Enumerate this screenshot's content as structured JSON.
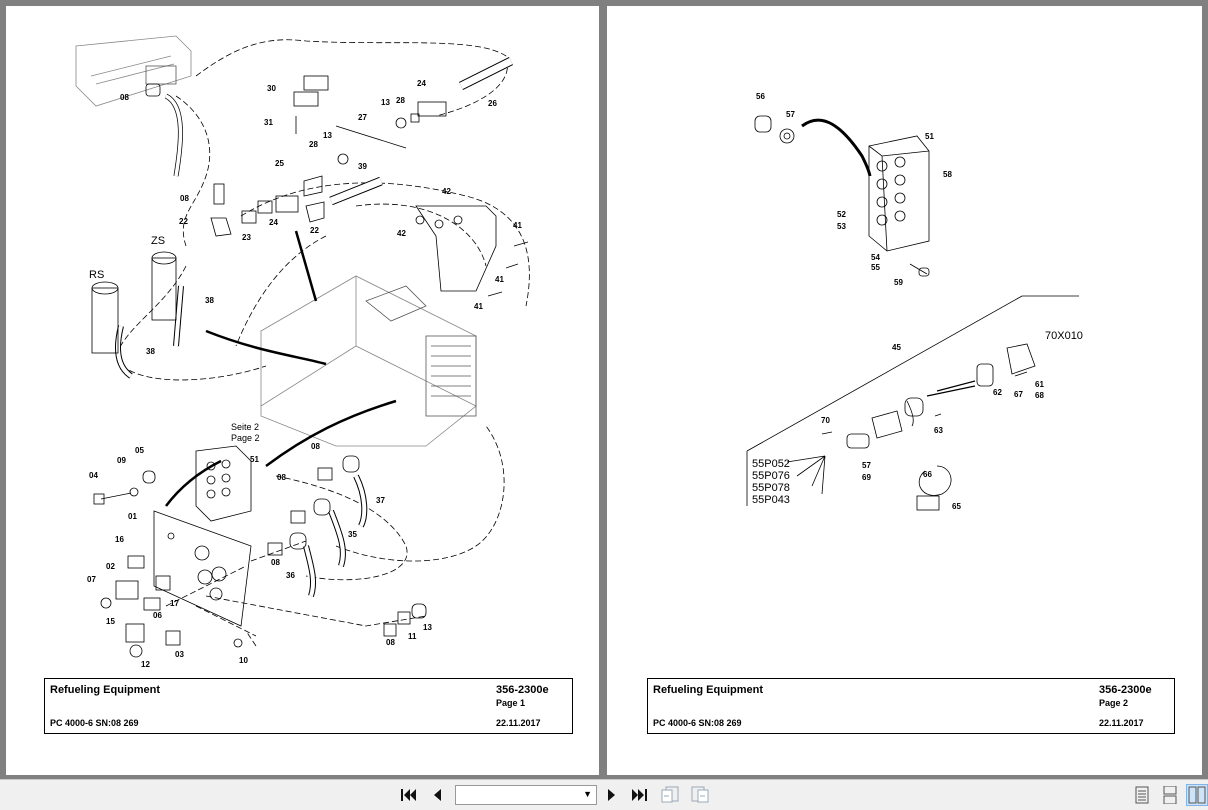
{
  "pages": [
    {
      "title": "Refueling Equipment",
      "doc_number": "356-2300e",
      "page_label": "Page 1",
      "model": "PC 4000-6 SN:08 269",
      "date": "22.11.2017",
      "callouts": [
        "08",
        "30",
        "31",
        "27",
        "28",
        "13",
        "24",
        "26",
        "13",
        "28",
        "25",
        "39",
        "08",
        "22",
        "23",
        "24",
        "22",
        "ZS",
        "RS",
        "38",
        "38",
        "42",
        "42",
        "41",
        "41",
        "41",
        "Seite 2",
        "Page 2",
        "51",
        "08",
        "37",
        "04",
        "09",
        "05",
        "01",
        "08",
        "35",
        "16",
        "08",
        "36",
        "07",
        "02",
        "17",
        "06",
        "15",
        "03",
        "12",
        "10",
        "08",
        "11",
        "13"
      ]
    },
    {
      "title": "Refueling Equipment",
      "doc_number": "356-2300e",
      "page_label": "Page 2",
      "model": "PC 4000-6 SN:08 269",
      "date": "22.11.2017",
      "callouts": [
        "56",
        "57",
        "51",
        "58",
        "52",
        "53",
        "54",
        "55",
        "59",
        "45",
        "70X010",
        "62",
        "67",
        "61",
        "68",
        "70",
        "63",
        "57",
        "69",
        "66",
        "65",
        "55P052",
        "55P076",
        "55P078",
        "55P043"
      ]
    }
  ],
  "toolbar": {
    "first_icon": "first-page-icon",
    "prev_icon": "prev-page-icon",
    "page_select_value": "",
    "next_icon": "next-page-icon",
    "last_icon": "last-page-icon",
    "prev_view_icon": "previous-view-icon",
    "next_view_icon": "next-view-icon",
    "single_page_icon": "single-page-view-icon",
    "continuous_icon": "continuous-view-icon",
    "facing_icon": "facing-pages-view-icon"
  }
}
